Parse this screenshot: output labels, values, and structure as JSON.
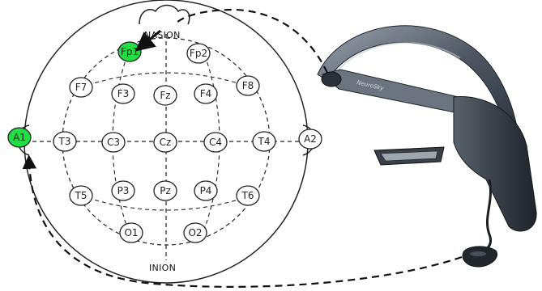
{
  "landmarks": {
    "nasion": "NASION",
    "inion": "INION"
  },
  "headset": {
    "brand": "NeuroSky"
  },
  "colors": {
    "active_electrode": "#22dd44",
    "outline": "#222222",
    "dashed": "#111111"
  },
  "electrodes": [
    {
      "id": "Fp1",
      "label": "Fp1",
      "active": true
    },
    {
      "id": "Fp2",
      "label": "Fp2",
      "active": false
    },
    {
      "id": "F7",
      "label": "F7",
      "active": false
    },
    {
      "id": "F3",
      "label": "F3",
      "active": false
    },
    {
      "id": "Fz",
      "label": "Fz",
      "active": false
    },
    {
      "id": "F4",
      "label": "F4",
      "active": false
    },
    {
      "id": "F8",
      "label": "F8",
      "active": false
    },
    {
      "id": "A1",
      "label": "A1",
      "active": true
    },
    {
      "id": "T3",
      "label": "T3",
      "active": false
    },
    {
      "id": "C3",
      "label": "C3",
      "active": false
    },
    {
      "id": "Cz",
      "label": "Cz",
      "active": false
    },
    {
      "id": "C4",
      "label": "C4",
      "active": false
    },
    {
      "id": "T4",
      "label": "T4",
      "active": false
    },
    {
      "id": "A2",
      "label": "A2",
      "active": false
    },
    {
      "id": "T5",
      "label": "T5",
      "active": false
    },
    {
      "id": "P3",
      "label": "P3",
      "active": false
    },
    {
      "id": "Pz",
      "label": "Pz",
      "active": false
    },
    {
      "id": "P4",
      "label": "P4",
      "active": false
    },
    {
      "id": "T6",
      "label": "T6",
      "active": false
    },
    {
      "id": "O1",
      "label": "O1",
      "active": false
    },
    {
      "id": "O2",
      "label": "O2",
      "active": false
    }
  ]
}
